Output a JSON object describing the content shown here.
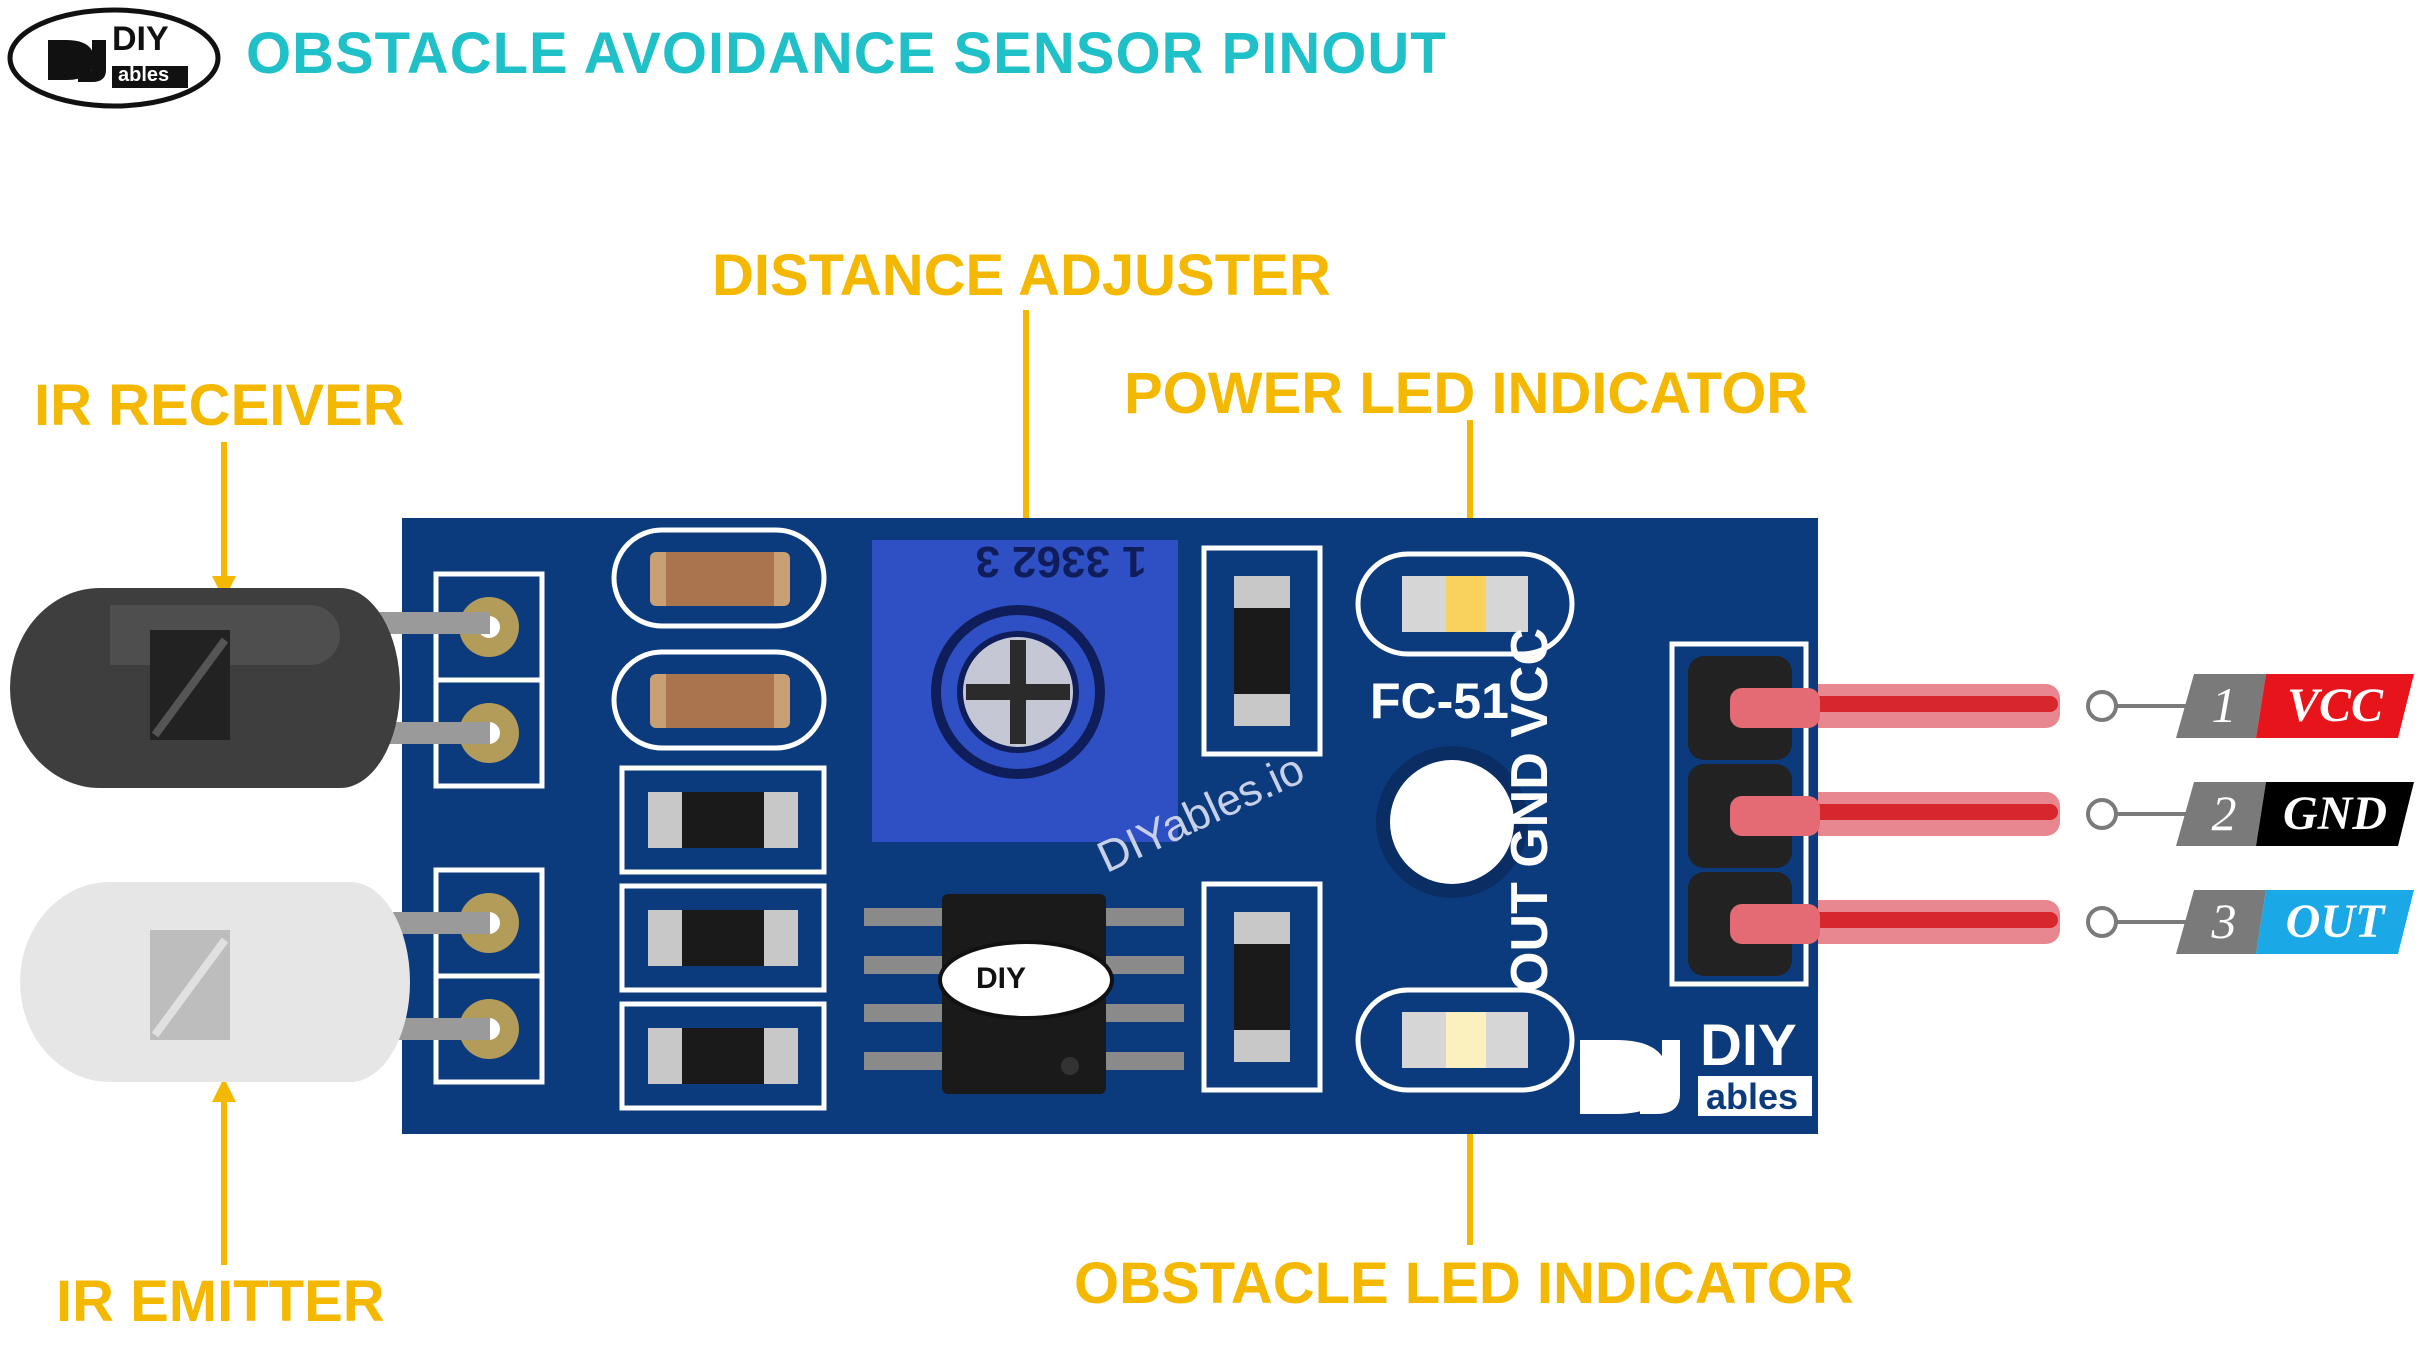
{
  "title": "OBSTACLE AVOIDANCE SENSOR PINOUT",
  "logo": {
    "top": "DIY",
    "bottom": "ables"
  },
  "labels": {
    "ir_receiver": "IR RECEIVER",
    "ir_emitter": "IR EMITTER",
    "distance_adjuster": "DISTANCE ADJUSTER",
    "power_led": "POWER LED INDICATOR",
    "obstacle_led": "OBSTACLE LED INDICATOR"
  },
  "board": {
    "model": "FC-51",
    "pot_marking": "1 3362 3",
    "watermark": "DIYables.io",
    "header_silk": "OUT GND VCC",
    "board_logo": {
      "top": "DIY",
      "bottom": "ables"
    }
  },
  "pins": [
    {
      "number": "1",
      "name": "VCC",
      "color": "#e8141b"
    },
    {
      "number": "2",
      "name": "GND",
      "color": "#000000"
    },
    {
      "number": "3",
      "name": "OUT",
      "color": "#1aa8e6"
    }
  ],
  "colors": {
    "title": "#1fc0c8",
    "label": "#f5b800",
    "pcb": "#0c3b7d",
    "pin_badge": "#7a7a7a"
  }
}
